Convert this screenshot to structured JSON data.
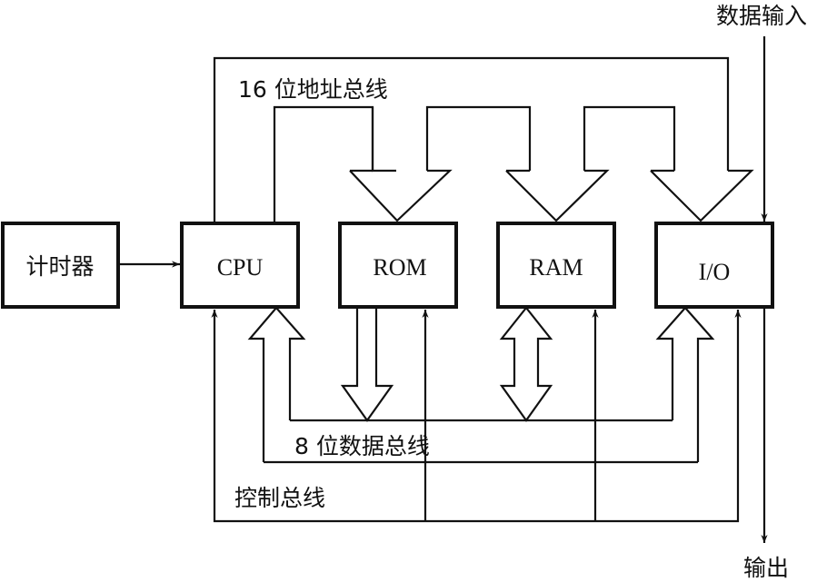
{
  "diagram": {
    "title": "单片机系统结构框图",
    "blocks": [
      {
        "id": "timer",
        "label": "计时器"
      },
      {
        "id": "cpu",
        "label": "CPU"
      },
      {
        "id": "rom",
        "label": "ROM"
      },
      {
        "id": "ram",
        "label": "RAM"
      },
      {
        "id": "io",
        "label": "I/O"
      }
    ],
    "buses": {
      "address": "16 位地址总线",
      "data": "8 位数据总线",
      "control": "控制总线"
    },
    "io_labels": {
      "input": "数据输入",
      "output": "输出"
    },
    "connections": [
      {
        "from": "timer",
        "to": "cpu",
        "type": "arrow"
      },
      {
        "from": "cpu",
        "to": [
          "rom",
          "ram",
          "io"
        ],
        "bus": "address",
        "direction": "one-way"
      },
      {
        "from": "rom",
        "to": "data",
        "bus": "data",
        "direction": "one-way"
      },
      {
        "between": [
          "cpu",
          "data"
        ],
        "bus": "data",
        "direction": "to-cpu"
      },
      {
        "between": [
          "ram",
          "data"
        ],
        "bus": "data",
        "direction": "two-way"
      },
      {
        "between": [
          "io",
          "data"
        ],
        "bus": "data",
        "direction": "to-io"
      },
      {
        "from": "control",
        "to": [
          "cpu",
          "rom",
          "ram",
          "io"
        ],
        "bus": "control"
      },
      {
        "from": "input",
        "to": "io"
      },
      {
        "from": "io",
        "to": "output"
      }
    ]
  }
}
